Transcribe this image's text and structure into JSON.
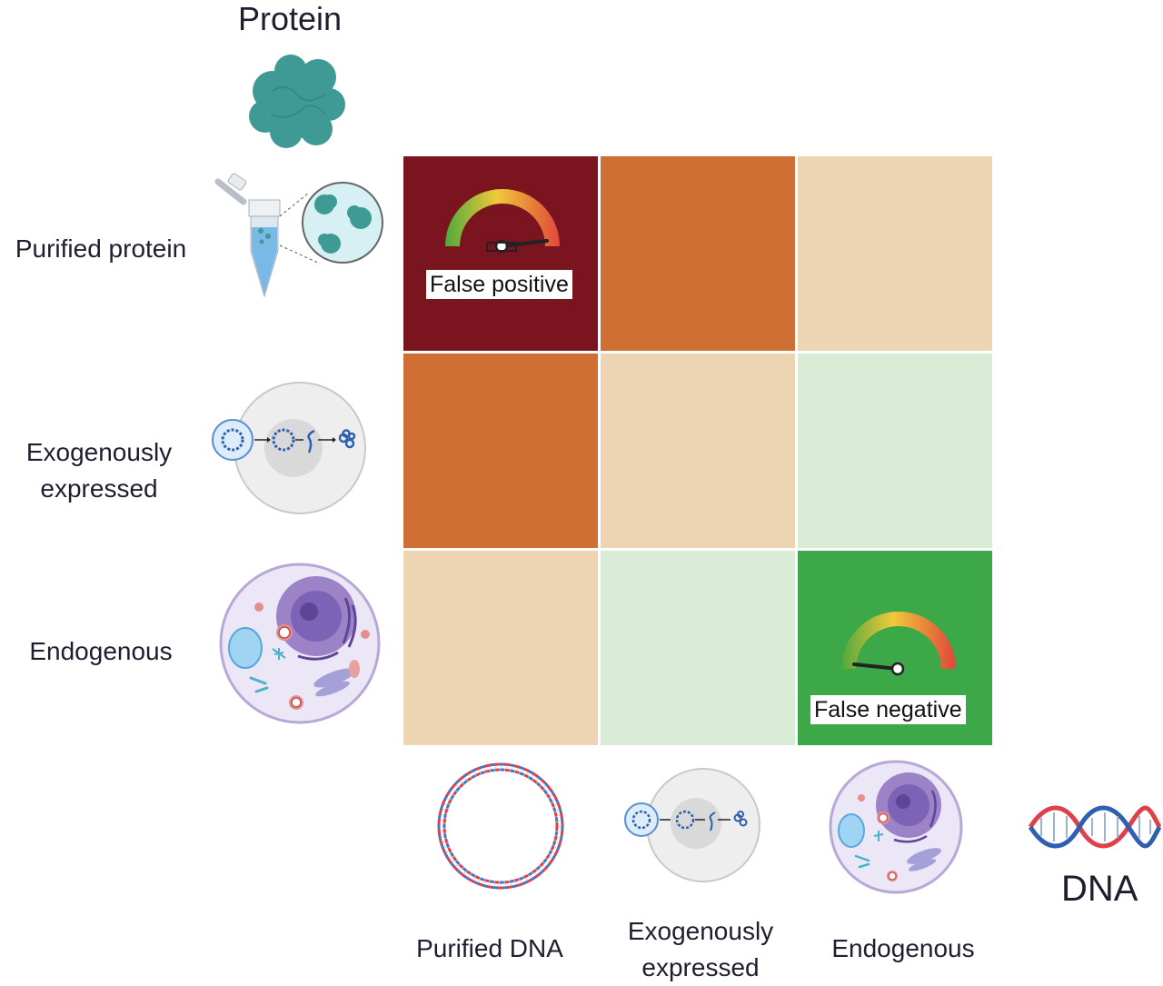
{
  "titles": {
    "protein": "Protein",
    "dna": "DNA"
  },
  "rows": [
    {
      "label": "Purified protein"
    },
    {
      "label": "Exogenously expressed",
      "line1": "Exogenously",
      "line2": "expressed"
    },
    {
      "label": "Endogenous"
    }
  ],
  "columns": [
    {
      "label": "Purified DNA"
    },
    {
      "label": "Exogenously expressed",
      "line1": "Exogenously",
      "line2": "expressed"
    },
    {
      "label": "Endogenous"
    }
  ],
  "matrix_colors": [
    [
      "#7a1520",
      "#d06f33",
      "#edd5b3"
    ],
    [
      "#d06f33",
      "#edd5b3",
      "#d9edd6"
    ],
    [
      "#edd5b3",
      "#d9edd6",
      "#3da848"
    ]
  ],
  "annotations": {
    "top_left": "False positive",
    "bottom_right": "False negative"
  },
  "icons": {
    "protein_header": "protein-blob-icon",
    "row1": "tube-with-protein-icon",
    "row2": "cell-with-plasmid-expression-icon",
    "row3": "eukaryotic-cell-icon",
    "col1": "circular-dna-icon",
    "col2": "cell-with-plasmid-expression-icon",
    "col3": "eukaryotic-cell-icon",
    "dna_header": "dna-helix-icon"
  }
}
